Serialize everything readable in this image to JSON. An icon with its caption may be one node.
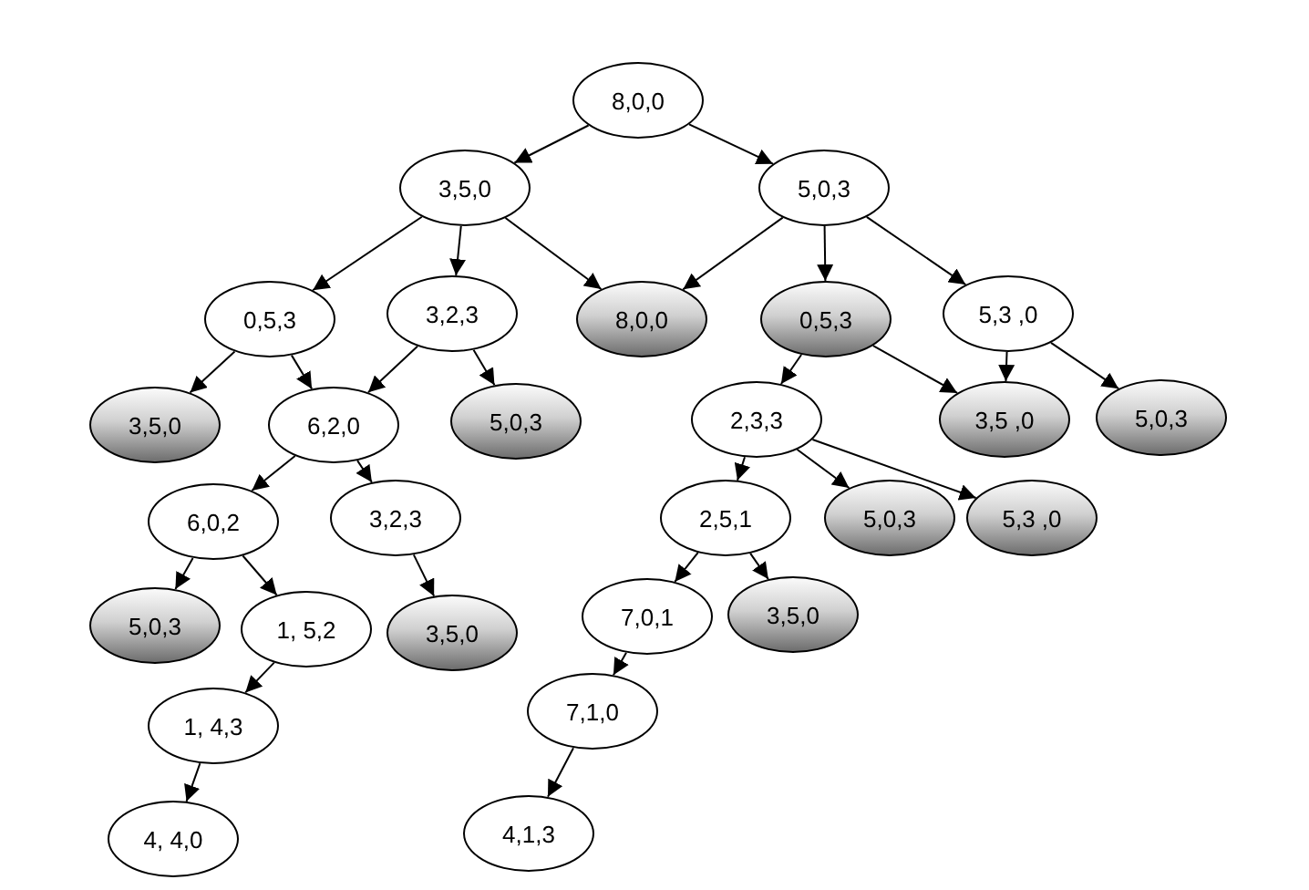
{
  "diagram": {
    "nodes": [
      {
        "text": [
          "8,0,0"
        ]
      },
      {
        "text": [
          "3,5,0"
        ]
      },
      {
        "text": [
          "5,0,3"
        ]
      },
      {
        "text": [
          "0,5,3"
        ]
      },
      {
        "text": [
          "3,2,3"
        ]
      },
      {
        "text": [
          "8,0,0"
        ]
      },
      {
        "text": [
          "0,5,3"
        ]
      },
      {
        "text": [
          "5,3 ,0"
        ]
      },
      {
        "text": [
          "3,5,0"
        ]
      },
      {
        "text": [
          "6,2,0"
        ]
      },
      {
        "text": [
          "5,0,3"
        ]
      },
      {
        "text": [
          "2,3,3"
        ]
      },
      {
        "text": [
          "3,5 ,0"
        ]
      },
      {
        "text": [
          "5,0,3"
        ]
      },
      {
        "text": [
          "6,0,2"
        ]
      },
      {
        "text": [
          "3,2,3"
        ]
      },
      {
        "text": [
          "2,5,1"
        ]
      },
      {
        "text": [
          "5,0,3"
        ]
      },
      {
        "text": [
          "5,3 ,0"
        ]
      },
      {
        "text": [
          "5,0,3"
        ]
      },
      {
        "text": [
          "1, 5,2"
        ]
      },
      {
        "text": [
          "3,5,0"
        ]
      },
      {
        "text": [
          "7,0,1"
        ]
      },
      {
        "text": [
          "3,5,0"
        ]
      },
      {
        "text": [
          "1, 4,3"
        ]
      },
      {
        "text": [
          "7,1,0"
        ]
      },
      {
        "text": [
          "4, 4,0"
        ]
      },
      {
        "text": [
          "4,1,3"
        ]
      }
    ],
    "edges": [
      {
        "from": 0,
        "to": 1,
        "arrow": "to"
      },
      {
        "from": 0,
        "to": 2,
        "arrow": "to"
      },
      {
        "from": 1,
        "to": 3,
        "arrow": "to"
      },
      {
        "from": 1,
        "to": 4,
        "arrow": "to"
      },
      {
        "from": 1,
        "to": 5,
        "arrow": "to"
      },
      {
        "from": 2,
        "to": 5,
        "arrow": "to"
      },
      {
        "from": 2,
        "to": 6,
        "arrow": "to"
      },
      {
        "from": 2,
        "to": 7,
        "arrow": "to"
      },
      {
        "from": 3,
        "to": 8,
        "arrow": "to"
      },
      {
        "from": 3,
        "to": 9,
        "arrow": "to"
      },
      {
        "from": 4,
        "to": 9,
        "arrow": "to"
      },
      {
        "from": 4,
        "to": 10,
        "arrow": "to"
      },
      {
        "from": 6,
        "to": 11,
        "arrow": "to"
      },
      {
        "from": 6,
        "to": 12,
        "arrow": "to"
      },
      {
        "from": 7,
        "to": 12,
        "arrow": "to"
      },
      {
        "from": 7,
        "to": 13,
        "arrow": "to"
      },
      {
        "from": 9,
        "to": 14,
        "arrow": "to"
      },
      {
        "from": 9,
        "to": 15,
        "arrow": "to"
      },
      {
        "from": 11,
        "to": 16,
        "arrow": "to"
      },
      {
        "from": 11,
        "to": 17,
        "arrow": "to"
      },
      {
        "from": 11,
        "to": 18,
        "arrow": "to"
      },
      {
        "from": 14,
        "to": 19,
        "arrow": "to"
      },
      {
        "from": 14,
        "to": 20,
        "arrow": "to"
      },
      {
        "from": 15,
        "to": 21,
        "arrow": "to"
      },
      {
        "from": 16,
        "to": 22,
        "arrow": "to"
      },
      {
        "from": 16,
        "to": 23,
        "arrow": "to"
      },
      {
        "from": 20,
        "to": 24,
        "arrow": "to"
      },
      {
        "from": 22,
        "to": 25,
        "arrow": "to"
      },
      {
        "from": 24,
        "to": 26,
        "arrow": "to"
      },
      {
        "from": 25,
        "to": 27,
        "arrow": "to"
      }
    ]
  }
}
